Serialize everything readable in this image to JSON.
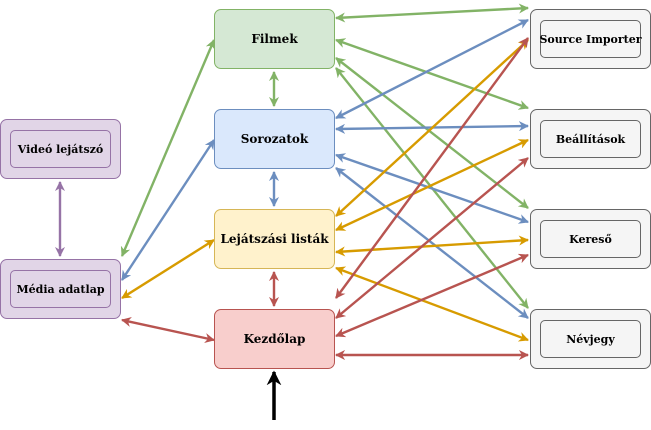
{
  "colors": {
    "filmek_fill": "#d5e8d4",
    "filmek_stroke": "#82b366",
    "sorozatok_fill": "#dae8fc",
    "sorozatok_stroke": "#6c8ebf",
    "lejatszasi_fill": "#fff2cc",
    "lejatszasi_stroke": "#d6b656",
    "kezdolap_fill": "#f8cecc",
    "kezdolap_stroke": "#b85450",
    "media_fill": "#e1d5e7",
    "media_stroke": "#9673a6",
    "side_fill": "#f5f5f5",
    "side_stroke": "#666666",
    "green_arrow": "#82b366",
    "blue_arrow": "#6c8ebf",
    "yellow_arrow": "#d79b00",
    "red_arrow": "#b85450",
    "purple_arrow": "#9673a6",
    "black_arrow": "#000000"
  },
  "nodes": {
    "filmek": "Filmek",
    "sorozatok": "Sorozatok",
    "lejatszasi": "Lejátszási listák",
    "kezdolap": "Kezdőlap",
    "video": "Videó lejátszó",
    "media": "Média adatlap",
    "source": "Source Importer",
    "beallitasok": "Beállítások",
    "kereso": "Kereső",
    "nevjegy": "Névjegy"
  }
}
